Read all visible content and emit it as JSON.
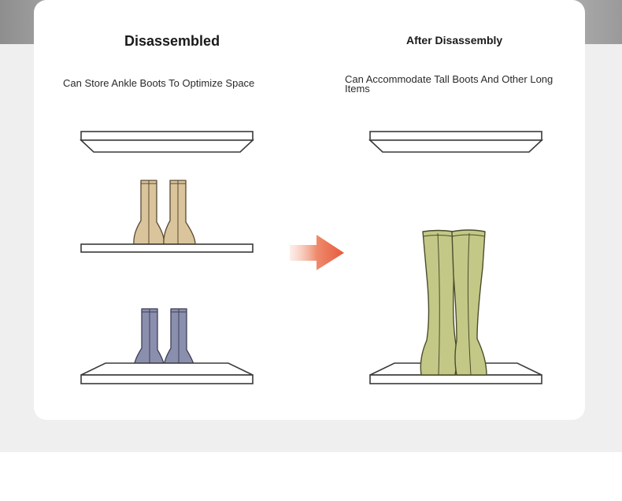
{
  "left_panel": {
    "title": "Disassembled",
    "caption": "Can Store Ankle Boots To Optimize Space"
  },
  "right_panel": {
    "title": "After Disassembly",
    "caption": "Can Accommodate Tall Boots And Other Long Items"
  },
  "icons": {
    "arrow": "arrow-right-icon",
    "ankle_boots_top": "ankle-boots-icon",
    "ankle_boots_bottom": "ankle-boots-icon",
    "tall_boots": "tall-boots-icon"
  },
  "colors": {
    "card_background": "#ffffff",
    "page_band": "#efefef",
    "beige_boots": "#d9c49c",
    "blue_boots": "#8b8fae",
    "green_boots": "#c3c887",
    "arrow": "#e8684a"
  }
}
